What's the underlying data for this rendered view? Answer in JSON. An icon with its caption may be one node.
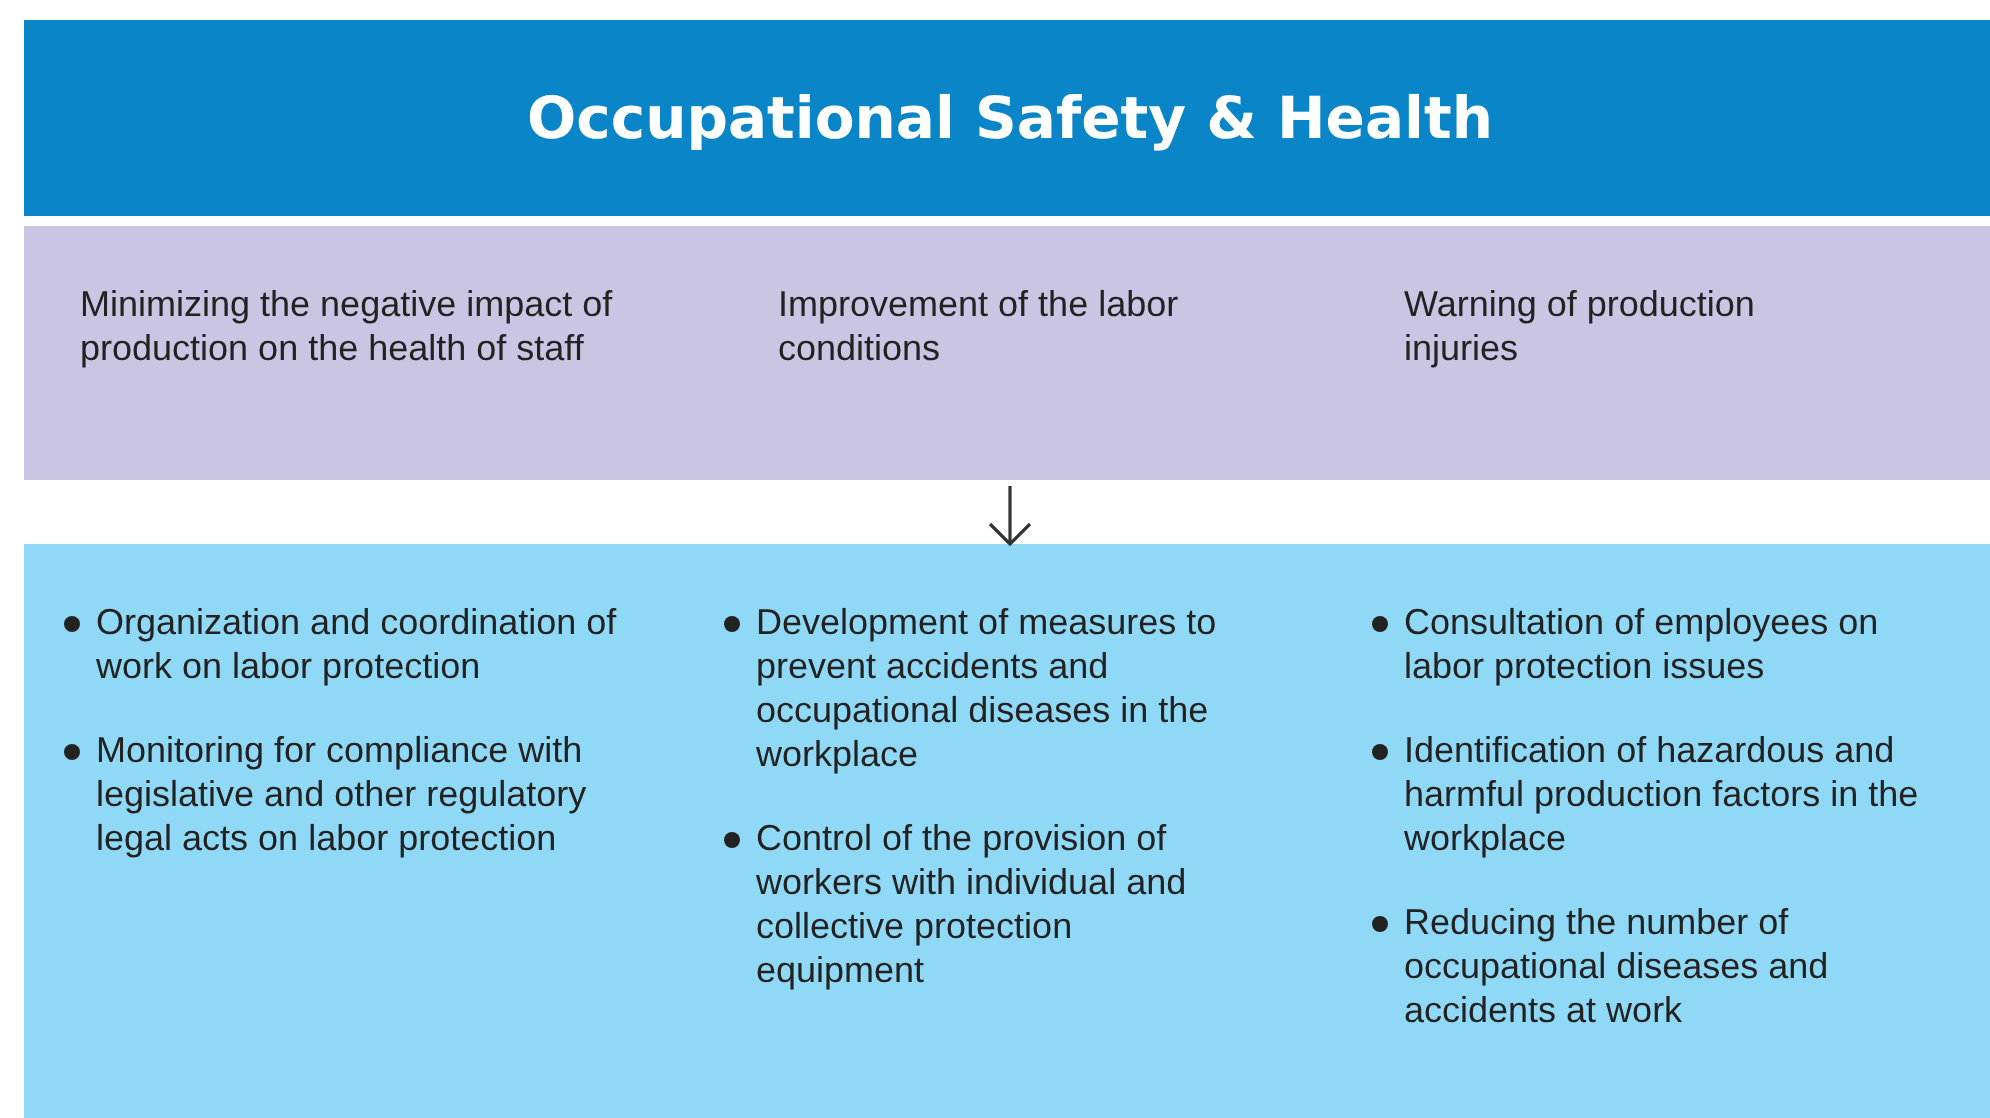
{
  "diagram": {
    "title": "Occupational Safety & Health",
    "nodes": [
      {
        "text": [
          "Minimizing the negative impact of production on the health of staff",
          "Improvement of the labor conditions",
          "Warning of production injuries"
        ]
      },
      {
        "text": [
          "Organization and coordination of work on labor protection",
          "Monitoring for compliance with legislative and other regulatory legal acts on labor protection",
          "Development of measures to prevent accidents and occupational diseases in the workplace",
          "Control of the provision of workers with individual and collective protection equipment",
          "Consultation of employees on labor protection issues",
          "Identification of hazardous and harmful production factors in the workplace",
          "Reducing the number of occupational diseases and accidents at work"
        ]
      }
    ],
    "edges": [
      {
        "from": 0,
        "to": 1,
        "arrow": "to"
      }
    ]
  }
}
